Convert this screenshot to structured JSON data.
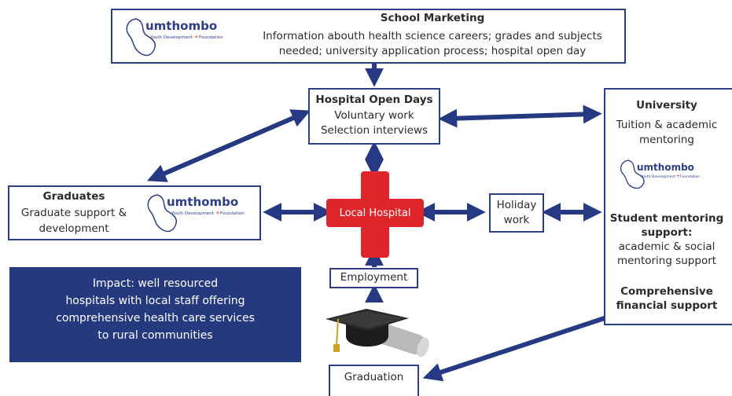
{
  "logo_text": {
    "name": "umthombo",
    "tagline": "Youth Development",
    "tagline2": "Foundation"
  },
  "school": {
    "title": "School Marketing",
    "line1": "Information abouth health science careers; grades and subjects",
    "line2": "needed; university application process; hospital open day"
  },
  "open_days": {
    "title": "Hospital Open Days",
    "line1": "Voluntary work",
    "line2": "Selection interviews"
  },
  "university": {
    "title": "University",
    "line1": "Tuition & academic",
    "line2": "mentoring",
    "mentoring_title1": "Student mentoring",
    "mentoring_title2": "support:",
    "mentoring_line1": "academic & social",
    "mentoring_line2": "mentoring support",
    "financial1": "Comprehensive",
    "financial2": "financial support"
  },
  "graduates": {
    "title": "Graduates",
    "line1": "Graduate support &",
    "line2": "development"
  },
  "hospital": {
    "label": "Local Hospital"
  },
  "holiday": {
    "line1": "Holiday",
    "line2": "work"
  },
  "employment": {
    "label": "Employment"
  },
  "graduation": {
    "label": "Graduation"
  },
  "impact": {
    "line1": "Impact: well resourced",
    "line2": "hospitals with local staff offering",
    "line3": "comprehensive health care services",
    "line4": "to rural communities"
  },
  "colors": {
    "navy": "#2c3e85",
    "arrow": "#263a84",
    "cross": "#e0262b",
    "impact_bg": "#25397f"
  }
}
